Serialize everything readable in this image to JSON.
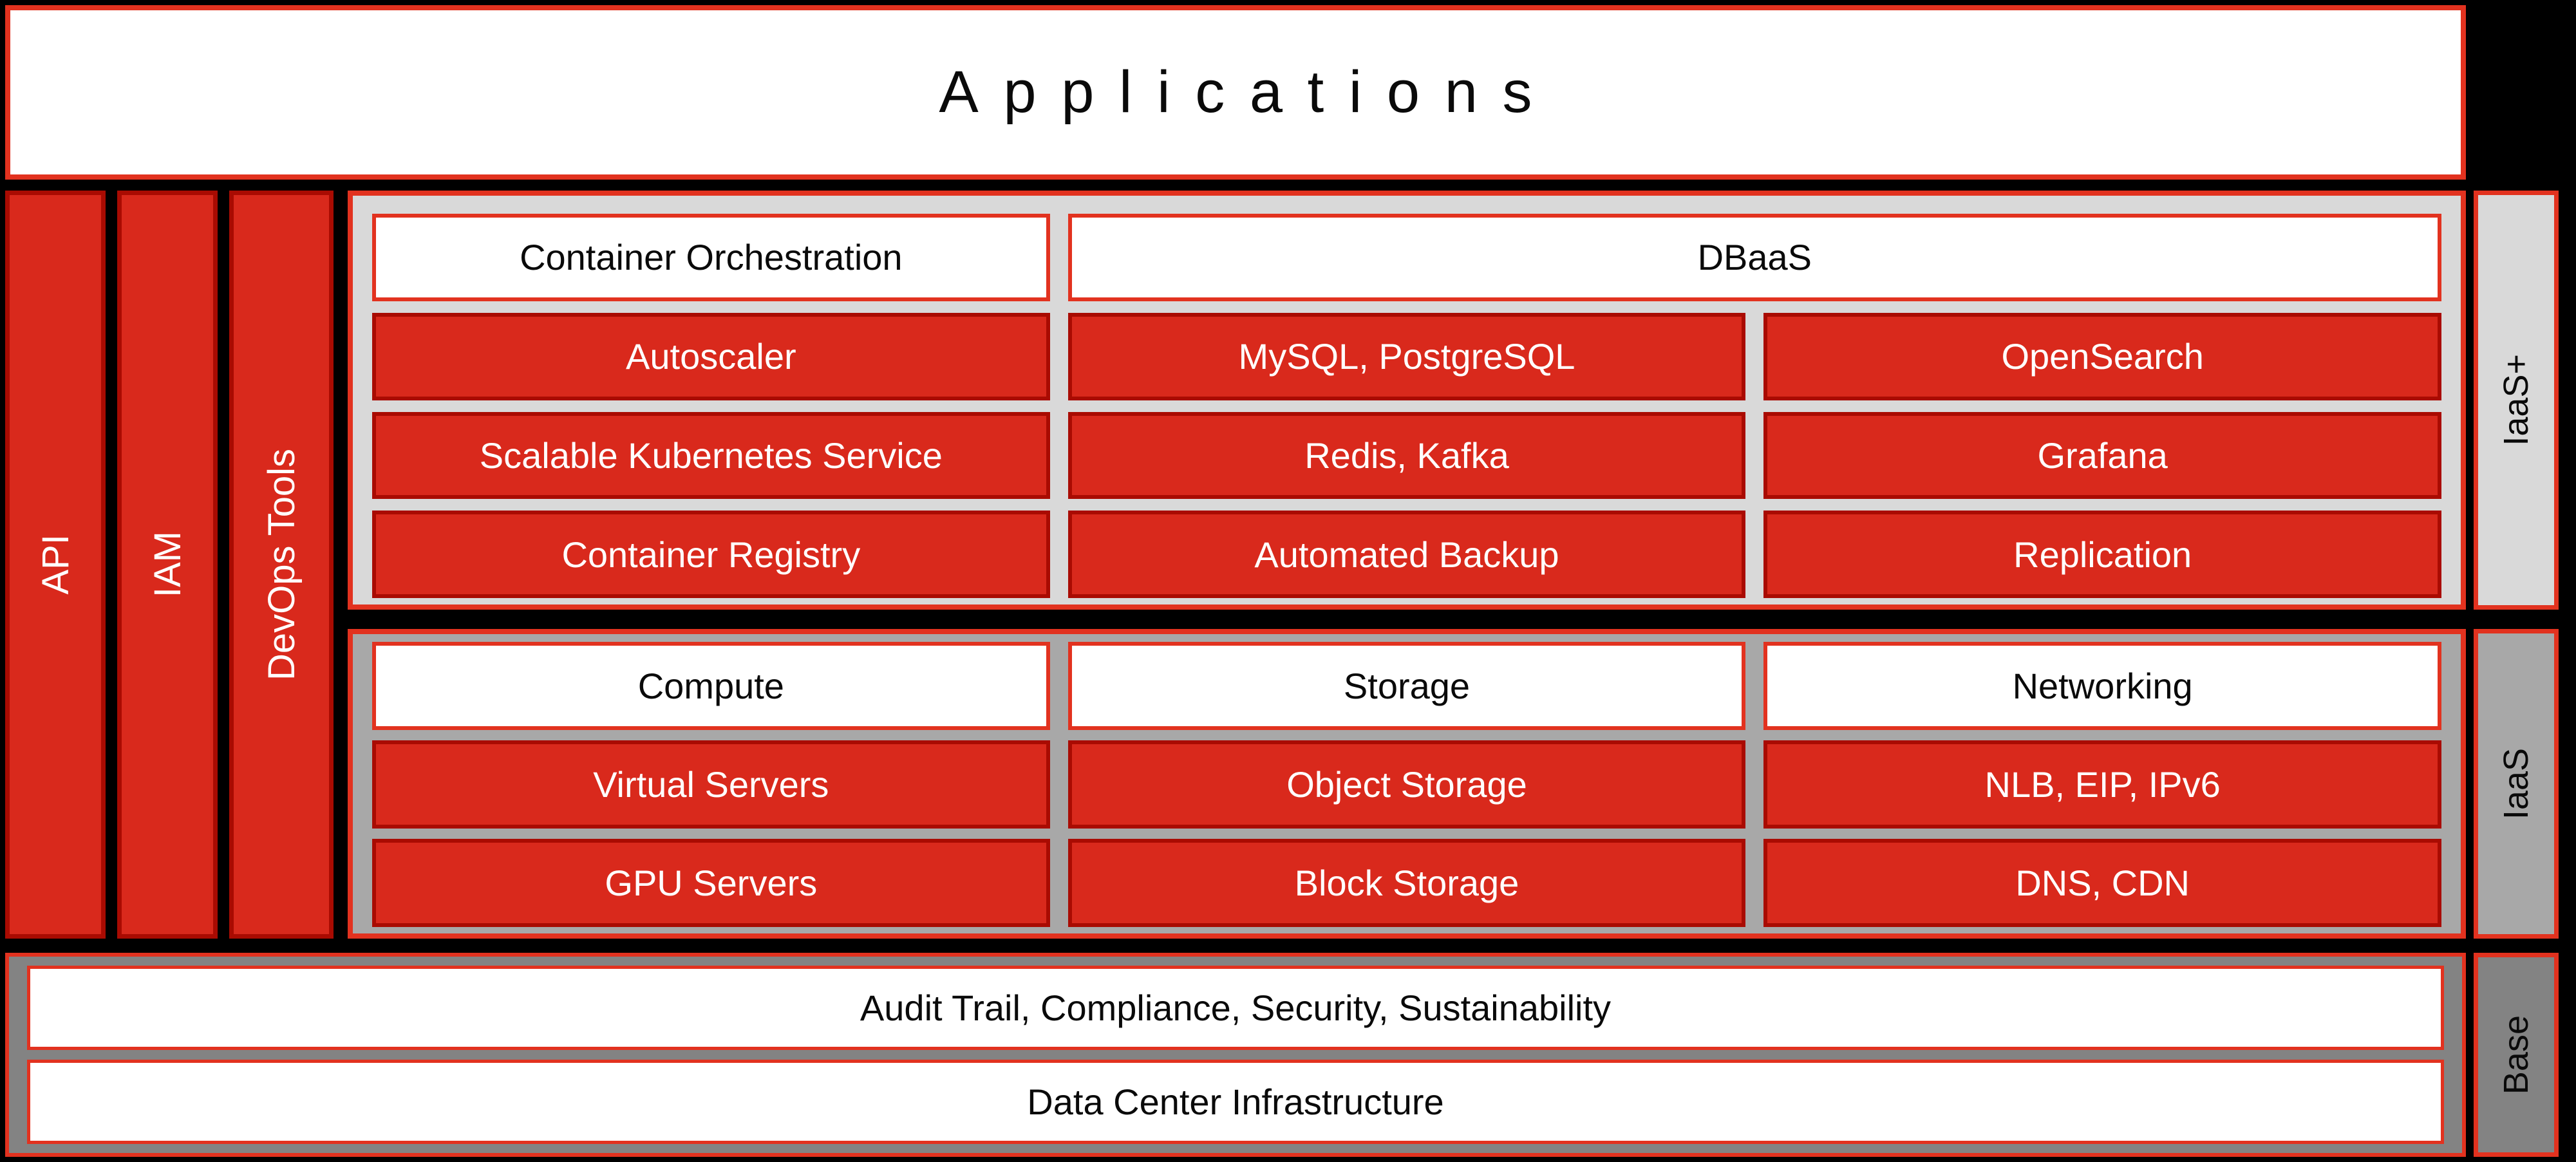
{
  "header": {
    "title": "Applications"
  },
  "side_bars": [
    {
      "label": "API"
    },
    {
      "label": "IAM"
    },
    {
      "label": "DevOps Tools"
    }
  ],
  "iaas_plus": {
    "tier_label": "IaaS+",
    "headers": [
      {
        "label": "Container Orchestration"
      },
      {
        "label": "DBaaS"
      }
    ],
    "rows": [
      [
        "Autoscaler",
        "MySQL, PostgreSQL",
        "OpenSearch"
      ],
      [
        "Scalable Kubernetes Service",
        "Redis, Kafka",
        "Grafana"
      ],
      [
        "Container Registry",
        "Automated Backup",
        "Replication"
      ]
    ]
  },
  "iaas": {
    "tier_label": "IaaS",
    "headers": [
      "Compute",
      "Storage",
      "Networking"
    ],
    "rows": [
      [
        "Virtual Servers",
        "Object Storage",
        "NLB, EIP, IPv6"
      ],
      [
        "GPU Servers",
        "Block Storage",
        "DNS, CDN"
      ]
    ]
  },
  "base": {
    "tier_label": "Base",
    "rows": [
      "Audit Trail, Compliance, Security, Sustainability",
      "Data Center Infrastructure"
    ]
  },
  "colors": {
    "background": "#000000",
    "red_fill": "#d9291c",
    "red_border_dark": "#a90b02",
    "red_border_bright": "#e2321f",
    "panel_light_gray": "#d9d9d9",
    "panel_mid_gray": "#a8a8a8",
    "panel_dark_gray": "#838383",
    "box_white": "#ffffff",
    "text_black": "#0a0a0a",
    "text_white": "#ffffff"
  }
}
